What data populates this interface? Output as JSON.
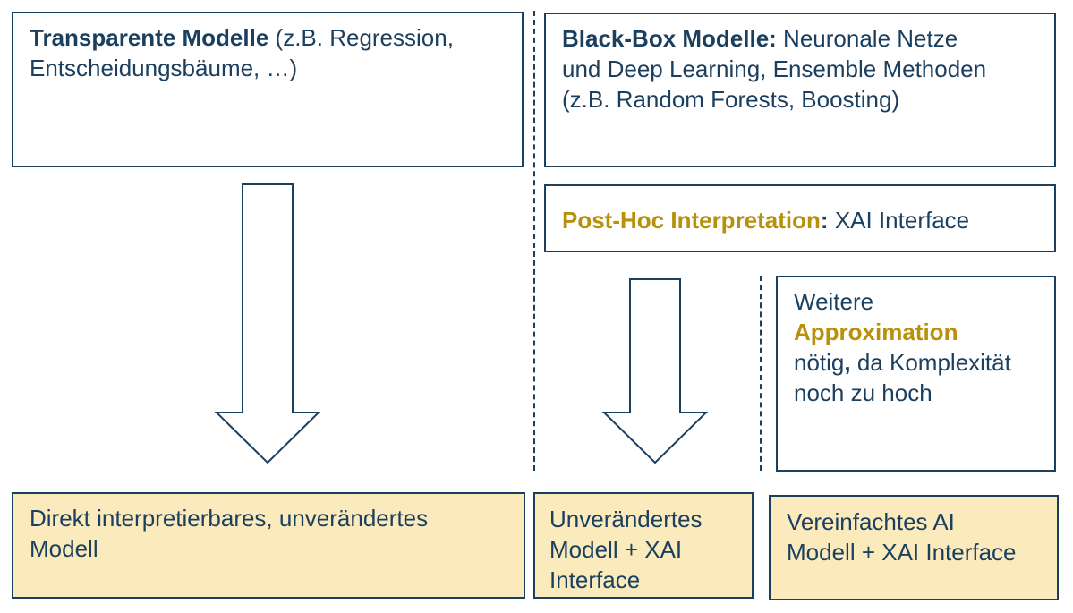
{
  "transparent": {
    "title": "Transparente Modelle",
    "desc_line1": " (z.B. Regression,",
    "desc_line2": "Entscheidungsbäume, …)"
  },
  "blackbox": {
    "title": "Black-Box Modelle:",
    "desc_line1": " Neuronale Netze",
    "desc_line2": "und Deep Learning, Ensemble Methoden",
    "desc_line3": "(z.B. Random Forests, Boosting)"
  },
  "posthoc": {
    "title": "Post-Hoc Interpretation",
    "colon": ":",
    "desc": " XAI Interface"
  },
  "approximation": {
    "line1": "Weitere",
    "highlight": "Approximation",
    "line3_a": "nötig",
    "line3_comma": ",",
    "line3_b": " da Komplexität",
    "line4": "noch zu hoch"
  },
  "results": {
    "direct_line1": "Direkt interpretierbares, unverändertes",
    "direct_line2": "Modell",
    "xai_line1": "Unverändertes",
    "xai_line2": "Modell + XAI",
    "xai_line3": "Interface",
    "simplified_line1": "Vereinfachtes AI",
    "simplified_line2": "Modell + XAI Interface"
  },
  "colors": {
    "text": "#1b3f5e",
    "accent": "#b8900a",
    "result_fill": "#fbeabb"
  }
}
